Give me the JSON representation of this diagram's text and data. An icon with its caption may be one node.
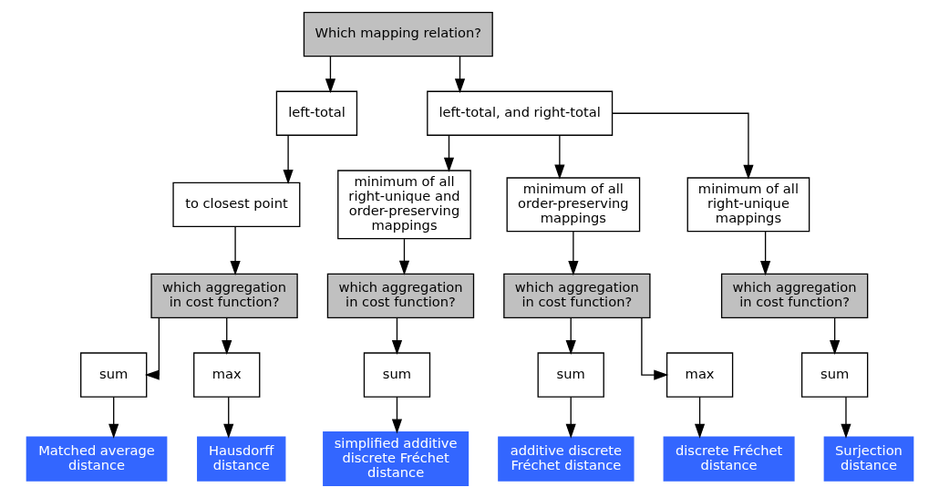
{
  "diagram": {
    "nodes": [
      {
        "text": [
          "Which mapping relation?"
        ]
      },
      {
        "text": [
          "left-total"
        ]
      },
      {
        "text": [
          "left-total, and right-total"
        ]
      },
      {
        "text": [
          "to closest point"
        ]
      },
      {
        "text": [
          "which aggregation in cost function?"
        ]
      },
      {
        "text": [
          "sum"
        ]
      },
      {
        "text": [
          "max"
        ]
      },
      {
        "text": [
          "Matched average distance"
        ]
      },
      {
        "text": [
          "Hausdorff distance"
        ]
      },
      {
        "text": [
          "minimum of all right-unique and order-preserving mappings"
        ]
      },
      {
        "text": [
          "which aggregation in cost function?"
        ]
      },
      {
        "text": [
          "sum"
        ]
      },
      {
        "text": [
          "simplified additive discrete Fréchet distance"
        ]
      },
      {
        "text": [
          "minimum of all order-preserving mappings"
        ]
      },
      {
        "text": [
          "which aggregation in cost function?"
        ]
      },
      {
        "text": [
          "sum"
        ]
      },
      {
        "text": [
          "max"
        ]
      },
      {
        "text": [
          "additive discrete Fréchet distance"
        ]
      },
      {
        "text": [
          "discrete Fréchet distance"
        ]
      },
      {
        "text": [
          "minimum of all right-unique mappings"
        ]
      },
      {
        "text": [
          "which aggregation in cost function?"
        ]
      },
      {
        "text": [
          "sum"
        ]
      },
      {
        "text": [
          "Surjection distance"
        ]
      }
    ],
    "edges": [
      {
        "from": 0,
        "to": 1,
        "arrow": "to"
      },
      {
        "from": 0,
        "to": 2,
        "arrow": "to"
      },
      {
        "from": 1,
        "to": 3,
        "arrow": "to"
      },
      {
        "from": 3,
        "to": 4,
        "arrow": "to"
      },
      {
        "from": 4,
        "to": 5,
        "arrow": "to"
      },
      {
        "from": 4,
        "to": 6,
        "arrow": "to"
      },
      {
        "from": 5,
        "to": 7,
        "arrow": "to"
      },
      {
        "from": 6,
        "to": 8,
        "arrow": "to"
      },
      {
        "from": 2,
        "to": 9,
        "arrow": "to"
      },
      {
        "from": 2,
        "to": 13,
        "arrow": "to"
      },
      {
        "from": 2,
        "to": 19,
        "arrow": "to"
      },
      {
        "from": 9,
        "to": 10,
        "arrow": "to"
      },
      {
        "from": 10,
        "to": 11,
        "arrow": "to"
      },
      {
        "from": 11,
        "to": 12,
        "arrow": "to"
      },
      {
        "from": 13,
        "to": 14,
        "arrow": "to"
      },
      {
        "from": 14,
        "to": 15,
        "arrow": "to"
      },
      {
        "from": 14,
        "to": 16,
        "arrow": "to"
      },
      {
        "from": 15,
        "to": 17,
        "arrow": "to"
      },
      {
        "from": 16,
        "to": 18,
        "arrow": "to"
      },
      {
        "from": 19,
        "to": 20,
        "arrow": "to"
      },
      {
        "from": 20,
        "to": 21,
        "arrow": "to"
      },
      {
        "from": 21,
        "to": 22,
        "arrow": "to"
      }
    ]
  }
}
